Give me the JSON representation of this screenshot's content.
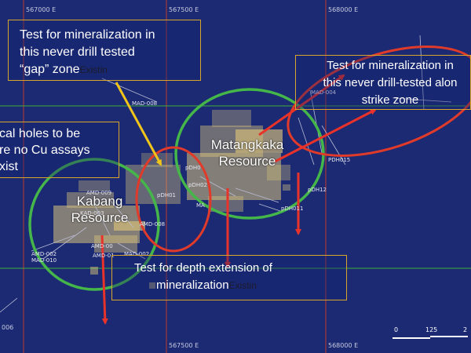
{
  "grid": {
    "easting_top": [
      "567000 E",
      "567500 E",
      "568000 E"
    ],
    "easting_bottom": [
      "567500 E",
      "568000 E"
    ],
    "left_edge": [
      "006"
    ]
  },
  "callouts": {
    "gap_zone": {
      "lines": [
        "Test for mineralization in",
        "this  never drill tested",
        "“gap” zone"
      ],
      "overlap": "Existin"
    },
    "strike_zone": {
      "lines": [
        "Test for mineralization in",
        "this never drill-tested alon",
        "strike zone"
      ]
    },
    "vertical_holes": {
      "lines": [
        "cal holes to be",
        "re no Cu assays",
        "xist"
      ]
    },
    "depth_extension": {
      "lines": [
        "Test for  depth extension of",
        "mineralization"
      ],
      "overlap": "Existin"
    }
  },
  "resources": {
    "kabang": [
      "Kabang",
      "Resource"
    ],
    "matangkaka": [
      "Matangkaka",
      "Resource"
    ]
  },
  "drill_holes": [
    "MAD-008",
    "AMD-009",
    "KAD-003",
    "AMD-008",
    "AMD-002",
    "MAD-010",
    "AMD-01",
    "MAD-002",
    "pDH01",
    "pDH02",
    "pDH011",
    "pDH12",
    "MAD-004",
    "PDH015",
    "MA",
    "AMD-00",
    "pDH0"
  ],
  "scale_bar": {
    "labels": [
      "0",
      "125",
      "2"
    ]
  },
  "colors": {
    "background": "#1b2a73",
    "callout_border": "#d9a52a",
    "ellipse_green": "#45b649",
    "ellipse_red": "#e03a2a",
    "arrow_red": "#e8322a",
    "arrow_yellow": "#f0c419",
    "grid_red": "#c0392b",
    "grid_green": "#3fae3a",
    "mineralization": "#d8c27a"
  }
}
